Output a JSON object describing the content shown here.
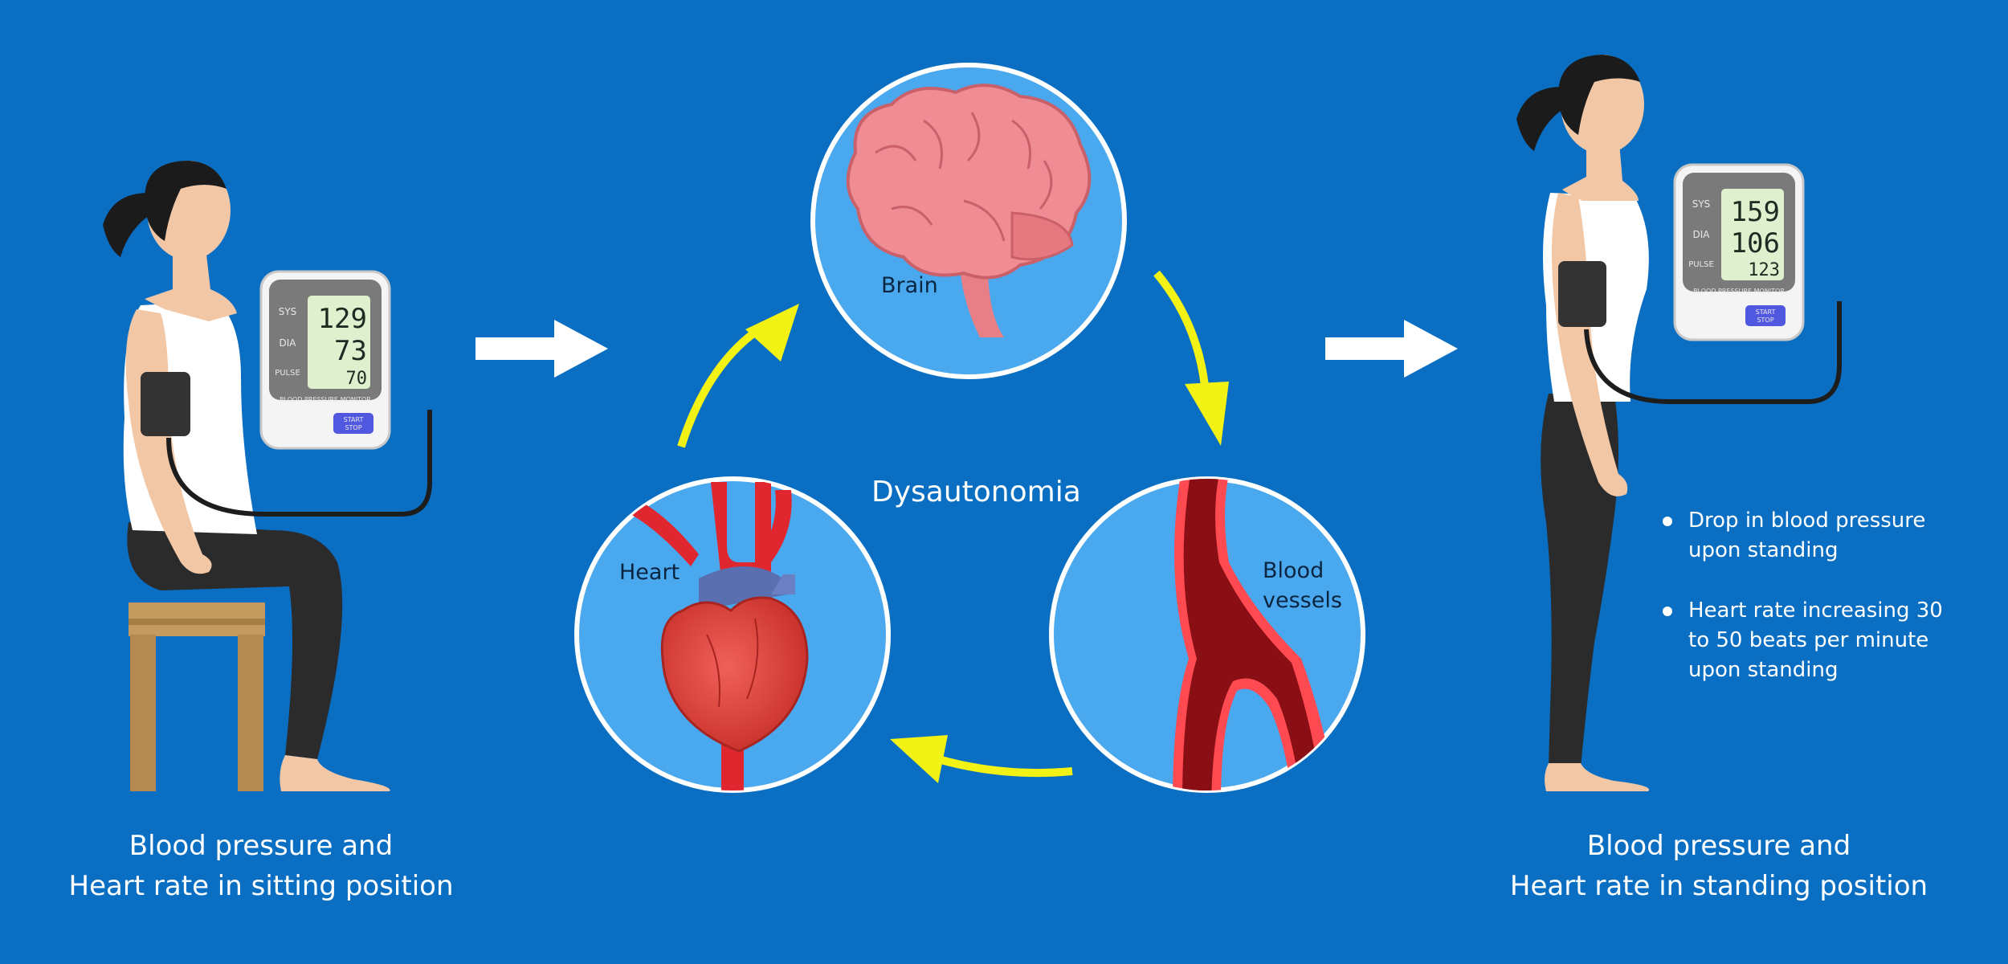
{
  "center_title": "Dysautonomia",
  "circles": {
    "brain": "Brain",
    "heart": "Heart",
    "vessels_line1": "Blood",
    "vessels_line2": "vessels"
  },
  "left": {
    "caption_line1": "Blood pressure and",
    "caption_line2": "Heart rate in sitting position",
    "monitor": {
      "sys": "129",
      "dia": "73",
      "pulse": "70"
    }
  },
  "right": {
    "caption_line1": "Blood pressure and",
    "caption_line2": "Heart rate in standing position",
    "monitor": {
      "sys": "159",
      "dia": "106",
      "pulse": "123"
    },
    "bullets": [
      "Drop in blood pressure upon standing",
      "Heart rate increasing 30 to 50 beats per minute upon standing"
    ]
  },
  "monitor_labels": {
    "sys": "SYS",
    "dia": "DIA",
    "pulse": "PULSE",
    "brand": "BLOOD PRESSURE MONITOR",
    "start": "START",
    "stop": "STOP"
  },
  "colors": {
    "background": "#0a6fc2",
    "circle_fill": "#4aa8ee",
    "arrow_yellow": "#f2f215",
    "arrow_white": "#ffffff",
    "brain_pink": "#f08c94",
    "vessel_red": "#e0262e"
  }
}
